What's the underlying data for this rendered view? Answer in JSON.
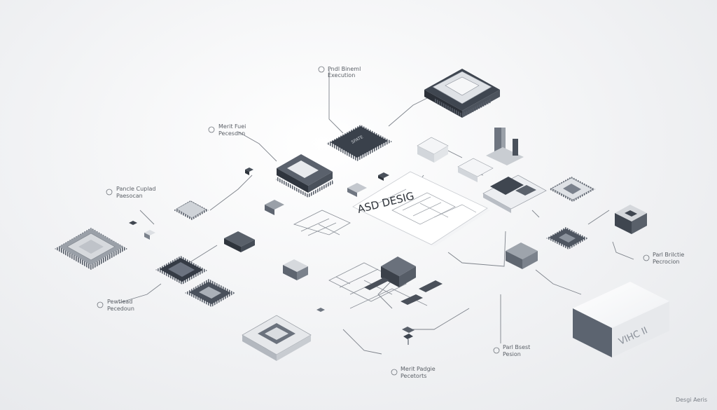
{
  "document": {
    "title": "ASD DESIG"
  },
  "box": {
    "label": "VIHC II"
  },
  "labels": [
    {
      "id": "top",
      "line1": "Pndl Bineml",
      "line2": "Execution"
    },
    {
      "id": "upper-left",
      "line1": "Merit Fuei",
      "line2": "Pecesdnn"
    },
    {
      "id": "left",
      "line1": "Pancle Cuplad",
      "line2": "Paesocan"
    },
    {
      "id": "lower-left",
      "line1": "Pewtlead",
      "line2": "Pecedoun"
    },
    {
      "id": "bottom-center",
      "line1": "Merit Padgie",
      "line2": "Pecetorts"
    },
    {
      "id": "bottom-right",
      "line1": "Parl Bsest",
      "line2": "Pesion"
    },
    {
      "id": "right",
      "line1": "Parl Brilctie",
      "line2": "Pecrocion"
    }
  ],
  "chip_labels": {
    "chip_a": "SPATE"
  },
  "footer": {
    "credit": "Desgi Aeris"
  },
  "colors": {
    "chip_dark": "#3d4450",
    "chip_mid": "#6c7380",
    "chip_light": "#e9ebee",
    "box_side": "#5c6470"
  }
}
